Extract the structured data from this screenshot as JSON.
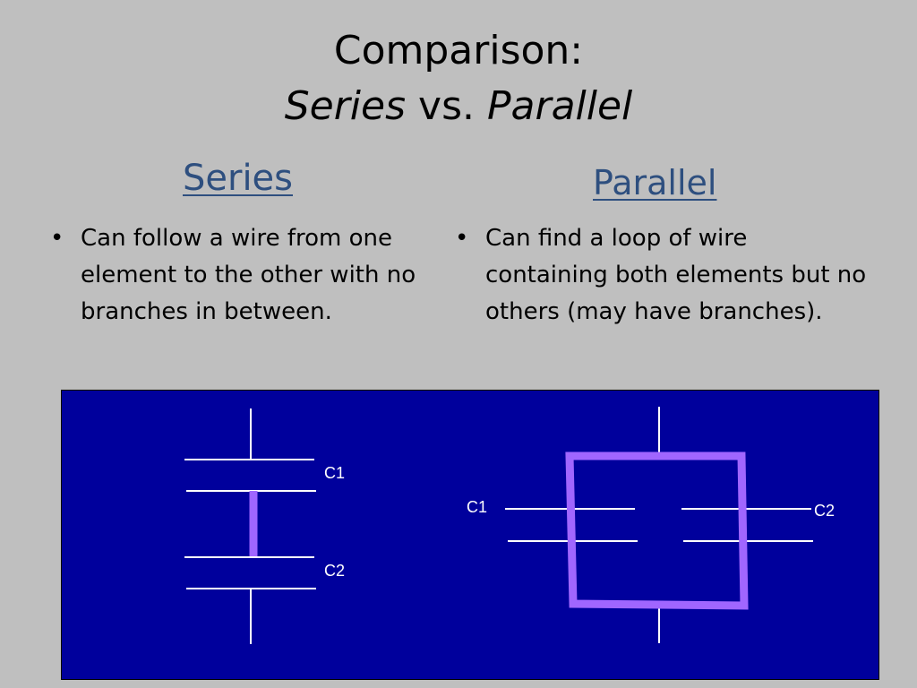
{
  "slide": {
    "title_line1": "Comparison:",
    "title_series": "Series",
    "title_vs": "vs.",
    "title_parallel": "Parallel"
  },
  "series_column": {
    "heading": "Series",
    "bullet_marker": "•",
    "bullet_text": "Can follow a wire from one element to the other with no branches in between."
  },
  "parallel_column": {
    "heading": "Parallel",
    "bullet_marker": "•",
    "bullet_text": "Can find a loop of wire containing both elements but no others (may have branches)."
  },
  "diagram": {
    "background_color": "#00009c",
    "wire_color": "#ffffff",
    "highlight_color": "#a066ff",
    "series_labels": {
      "c1": "C1",
      "c2": "C2"
    },
    "parallel_labels": {
      "c1": "C1",
      "c2": "C2"
    }
  }
}
